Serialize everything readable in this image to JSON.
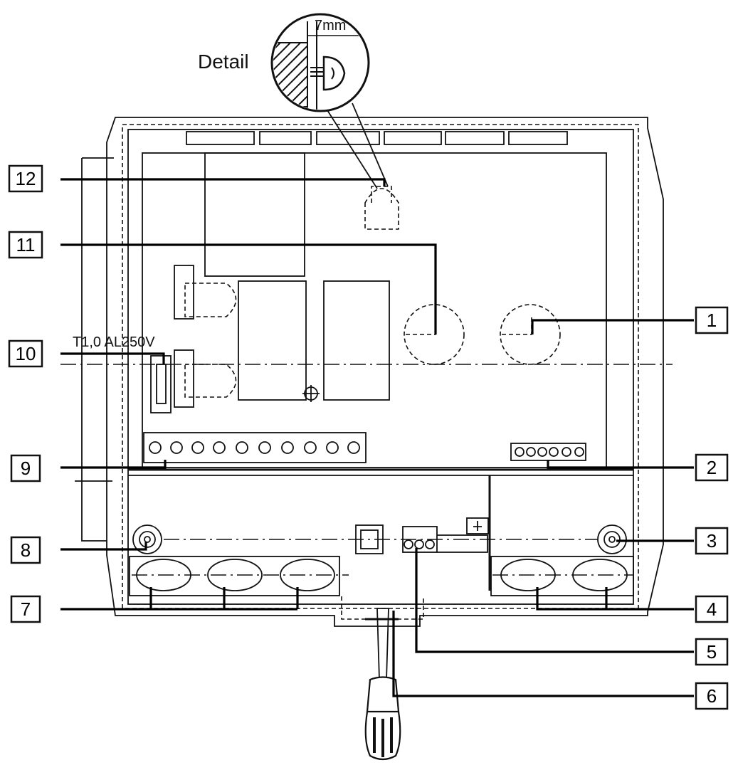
{
  "detail": {
    "title": "Detail",
    "dimension": "7mm"
  },
  "fuse_label": "T1,0 AL250V",
  "callouts": [
    {
      "id": "callout-1",
      "label": "1"
    },
    {
      "id": "callout-2",
      "label": "2"
    },
    {
      "id": "callout-3",
      "label": "3"
    },
    {
      "id": "callout-4",
      "label": "4"
    },
    {
      "id": "callout-5",
      "label": "5"
    },
    {
      "id": "callout-6",
      "label": "6"
    },
    {
      "id": "callout-7",
      "label": "7"
    },
    {
      "id": "callout-8",
      "label": "8"
    },
    {
      "id": "callout-9",
      "label": "9"
    },
    {
      "id": "callout-10",
      "label": "10"
    },
    {
      "id": "callout-11",
      "label": "11"
    },
    {
      "id": "callout-12",
      "label": "12"
    }
  ]
}
